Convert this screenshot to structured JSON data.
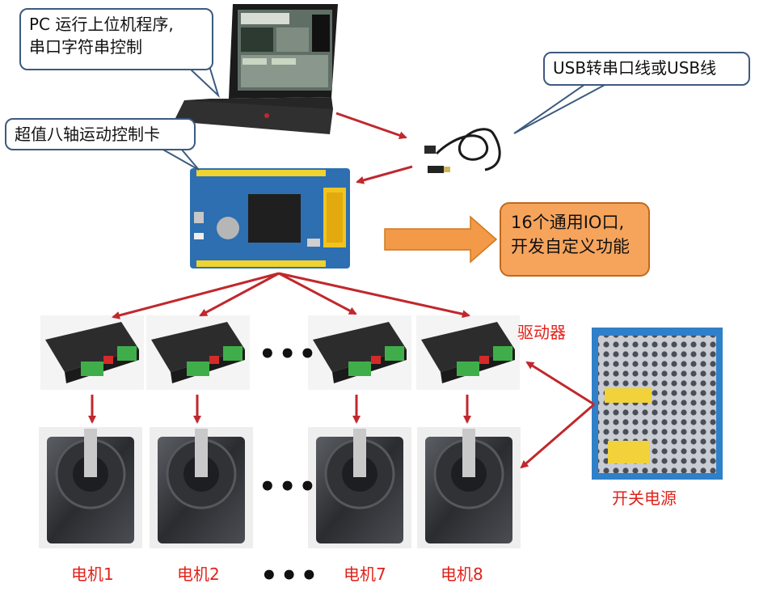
{
  "callouts": {
    "pc": "PC 运行上位机程序,\n串口字符串控制",
    "usb": "USB转串口线或USB线",
    "card": "超值八轴运动控制卡"
  },
  "io_box": "16个通用IO口,\n开发自定义功能",
  "labels": {
    "driver": "驱动器",
    "power": "开关电源",
    "motors": [
      "电机1",
      "电机2",
      "电机7",
      "电机8"
    ]
  },
  "ellipsis": "•••",
  "colors": {
    "arrow": "#c0282d",
    "callout_border": "#3d5a80",
    "orange": "#f6a45c",
    "label_red": "#e0221a"
  }
}
